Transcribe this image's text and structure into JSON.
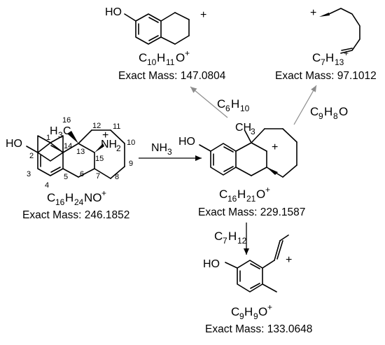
{
  "nodes": {
    "start": {
      "formula_main": "C",
      "formula_parts": [
        "16",
        "H",
        "24",
        "NO",
        "+"
      ],
      "mass": "Exact Mass: 246.1852",
      "atom_labels": {
        "hydroxyl": "HO",
        "amine": "NH",
        "amine_sub": "2",
        "amine_charge": "+",
        "methyl": "H",
        "methyl_c": "C",
        "methyl_sub": "3"
      },
      "numbers": [
        "1",
        "2",
        "3",
        "4",
        "5",
        "6",
        "7",
        "8",
        "9",
        "10",
        "11",
        "12",
        "13",
        "14",
        "15",
        "16"
      ]
    },
    "mid": {
      "formula_main": "C",
      "formula_parts": [
        "16",
        "H",
        "21",
        "O",
        "+"
      ],
      "mass": "Exact Mass: 229.1587",
      "atom_labels": {
        "hydroxyl": "HO",
        "methyl": "CH",
        "methyl_sub": "3",
        "charge": "+"
      }
    },
    "top_left": {
      "formula_main": "C",
      "formula_parts": [
        "10",
        "H",
        "11",
        "O",
        "+"
      ],
      "mass": "Exact Mass: 147.0804",
      "atom_labels": {
        "hydroxyl": "HO",
        "charge": "+"
      }
    },
    "top_right": {
      "formula_main": "C",
      "formula_parts": [
        "7",
        "H",
        "13",
        "+"
      ],
      "mass": "Exact Mass: 97.1012",
      "atom_labels": {
        "charge": "+"
      }
    },
    "bottom": {
      "formula_main": "C",
      "formula_parts": [
        "9",
        "H",
        "9",
        "O",
        "+"
      ],
      "mass": "Exact Mass: 133.0648",
      "atom_labels": {
        "hydroxyl": "HO",
        "charge": "+"
      }
    }
  },
  "edges": {
    "loss_nh3": {
      "main": "NH",
      "sub": "3"
    },
    "loss_c6h10": {
      "main": "C",
      "parts": [
        "6",
        "H",
        "10"
      ]
    },
    "loss_c9h8o": {
      "main": "C",
      "parts": [
        "9",
        "H",
        "8",
        "O"
      ]
    },
    "loss_c7h12": {
      "main": "C",
      "parts": [
        "7",
        "H",
        "12"
      ]
    }
  },
  "colors": {
    "ink": "#000000",
    "grey_arrow": "#8c8c8c"
  }
}
